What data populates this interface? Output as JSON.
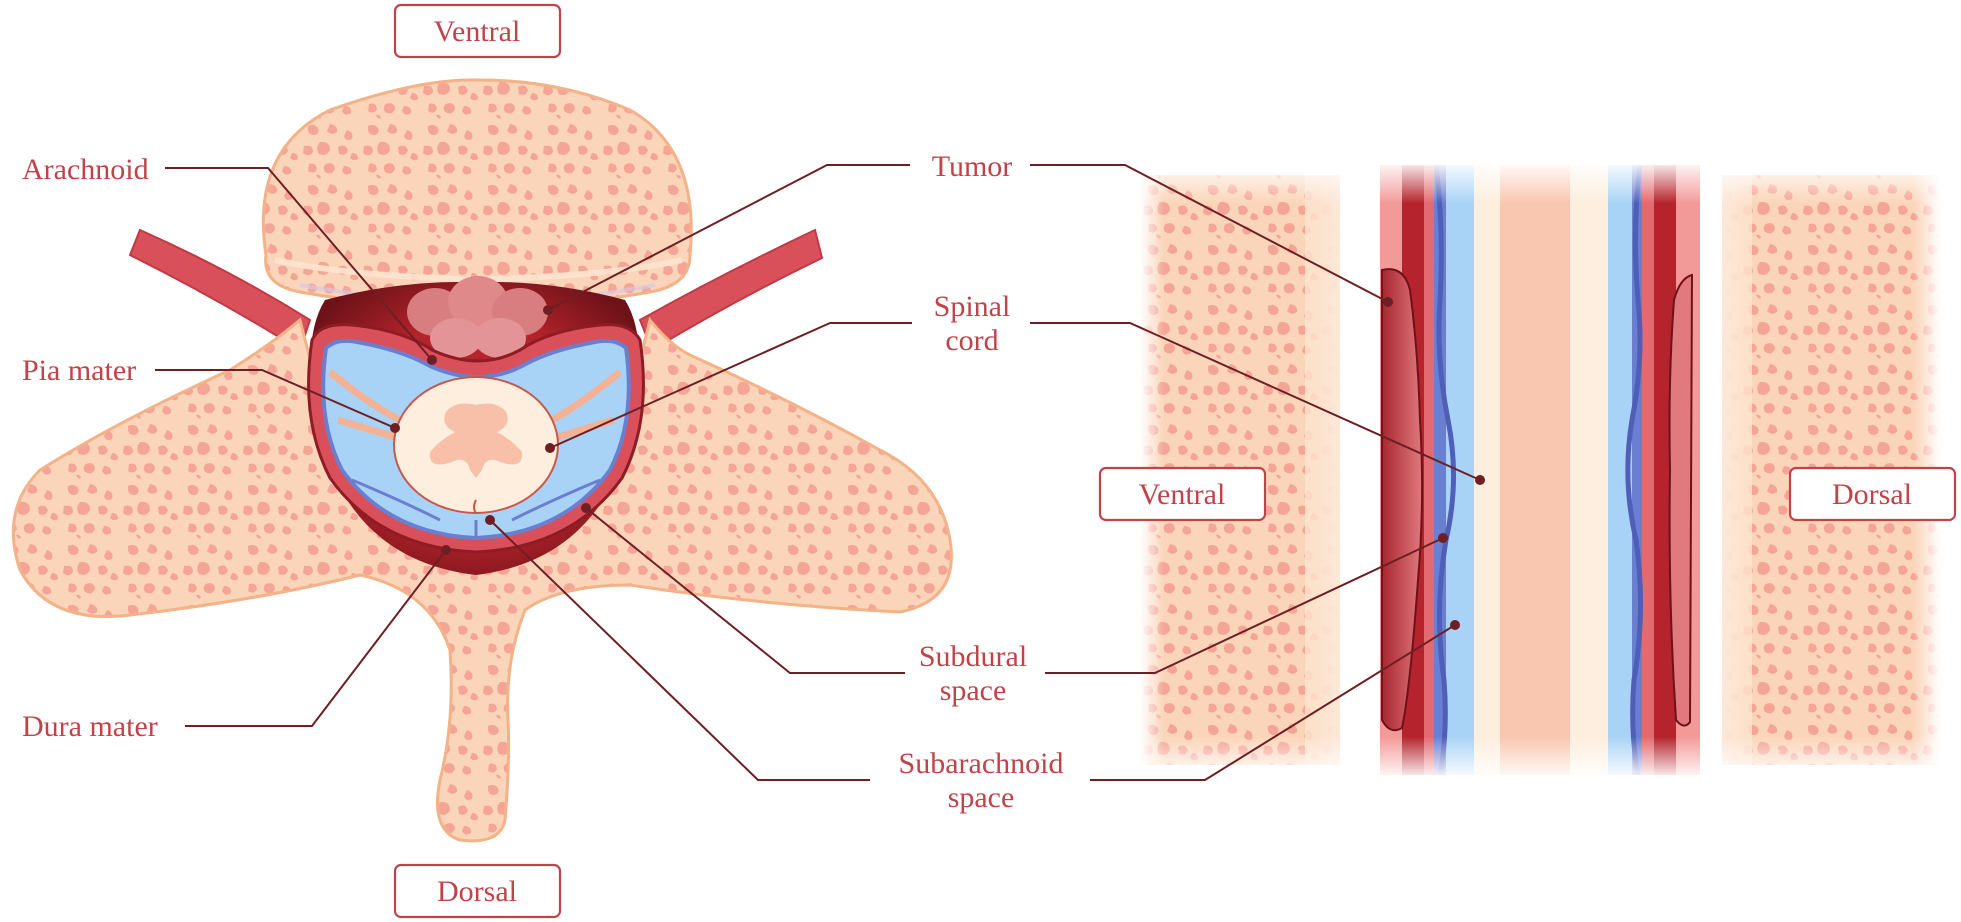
{
  "orientation": {
    "left_ventral": "Ventral",
    "left_dorsal": "Dorsal",
    "right_ventral": "Ventral",
    "right_dorsal": "Dorsal"
  },
  "labels": {
    "arachnoid": "Arachnoid",
    "pia_mater": "Pia mater",
    "dura_mater": "Dura mater",
    "tumor": "Tumor",
    "spinal_cord_1": "Spinal",
    "spinal_cord_2": "cord",
    "subdural_1": "Subdural",
    "subdural_2": "space",
    "subarachnoid_1": "Subarachnoid",
    "subarachnoid_2": "space"
  },
  "colors": {
    "bone_fill": "#fbd5b9",
    "bone_spots": "#f5a596",
    "dura": "#d9505a",
    "dura_dark": "#8e1c24",
    "csf": "#a9d3f6",
    "arachnoid_blue": "#6b7fd0",
    "cord": "#fdeedd",
    "grey_matter": "#f8c0a8",
    "label_text": "#c0434a",
    "leader": "#6e1f24"
  }
}
